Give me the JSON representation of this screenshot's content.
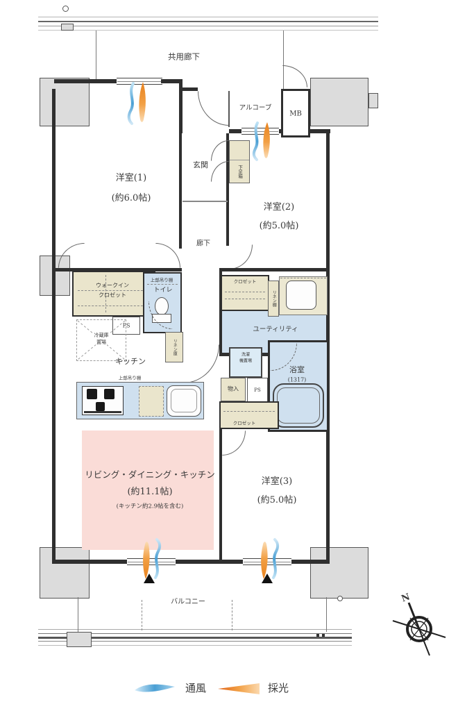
{
  "plan": {
    "common_corridor": "共用廊下",
    "alcove": "アルコーブ",
    "meter_box": "MB",
    "entrance": "玄関",
    "shoe_cabinet": "下足箱",
    "room1_name": "洋室(1)",
    "room1_size": "(約6.0帖)",
    "room2_name": "洋室(2)",
    "room2_size": "(約5.0帖)",
    "room3_name": "洋室(3)",
    "room3_size": "(約5.0帖)",
    "hallway": "廊下",
    "wic_line1": "ウォークイン",
    "wic_line2": "クロゼット",
    "toilet": "トイレ",
    "toilet_upper_shelf": "上部吊り棚",
    "pipe_space1": "PS",
    "pipe_space2": "PS",
    "fridge_line1": "冷蔵庫",
    "fridge_line2": "置場",
    "kitchen": "キッチン",
    "kitchen_upper_shelf": "上部吊り棚",
    "closet2": "クロゼット",
    "closet3": "クロゼット",
    "linen_shelf": "リネン棚",
    "linen_cabinet": "リネン庫",
    "utility": "ユーティリティ",
    "laundry_line1": "洗濯",
    "laundry_line2": "機置場",
    "bath_name": "浴室",
    "bath_size": "(1317)",
    "storage": "物入",
    "ldk_name": "リビング・ダイニング・キッチン",
    "ldk_size": "(約11.1帖)",
    "ldk_note": "(キッチン約2.9帖を含む)",
    "balcony": "バルコニー"
  },
  "legend": {
    "ventilation": "通風",
    "daylight": "採光"
  },
  "compass": {
    "north": "N"
  },
  "colors": {
    "wall": "#2f2f2f",
    "room_blue": "#cfe0ef",
    "closet_beige": "#eae5cc",
    "ldk_pink": "#fadcd7",
    "vent_blue": "#4a9fd4",
    "light_orange": "#e8821e",
    "column_gray": "#dcdcdc"
  }
}
